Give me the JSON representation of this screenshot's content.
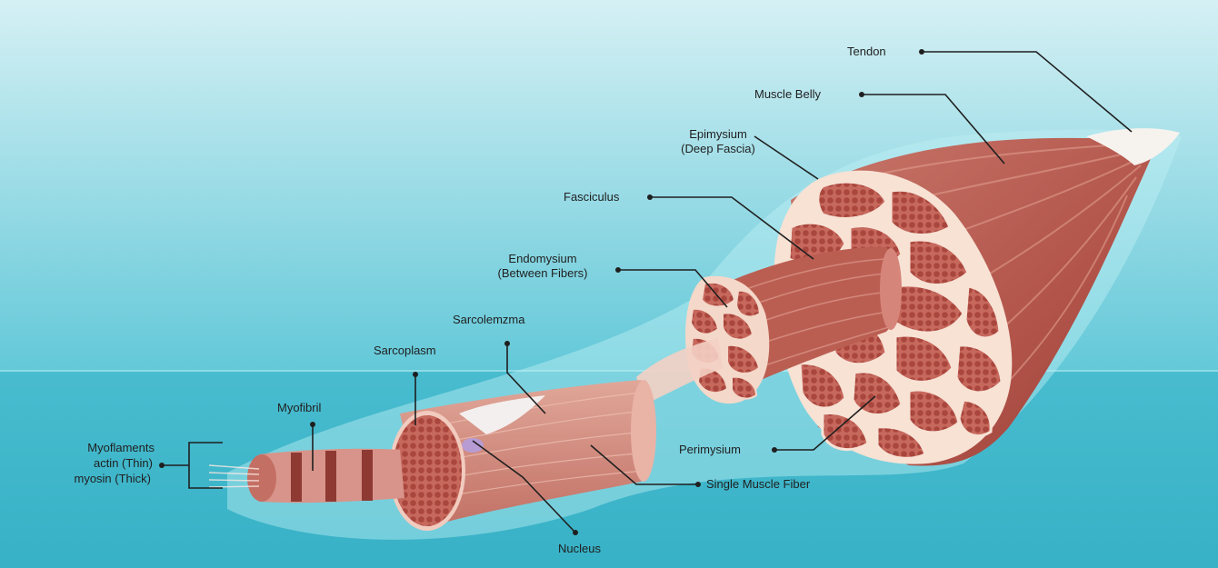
{
  "labels": {
    "tendon": "Tendon",
    "muscle_belly": "Muscle Belly",
    "epimysium_1": "Epimysium",
    "epimysium_2": "(Deep Fascia)",
    "fasciculus": "Fasciculus",
    "endomysium_1": "Endomysium",
    "endomysium_2": "(Between Fibers)",
    "sarcolemma": "Sarcolemzma",
    "sarcoplasm": "Sarcoplasm",
    "myofibril": "Myofibril",
    "myofilaments_1": "Myoflaments",
    "myofilaments_2": "actin (Thin)",
    "myofilaments_3": "myosin (Thick)",
    "perimysium": "Perimysium",
    "single_fiber": "Single Muscle Fiber",
    "nucleus": "Nucleus"
  },
  "colors": {
    "sky_top": "#cfeef2",
    "sky_bottom": "#5ec6d6",
    "water": "#3fb7cb",
    "muscle": "#b65a4f",
    "muscle_light": "#d88e80",
    "muscle_dark": "#8f3b34",
    "fat_cream": "#f6e3d7",
    "tendon": "#f3efea"
  }
}
